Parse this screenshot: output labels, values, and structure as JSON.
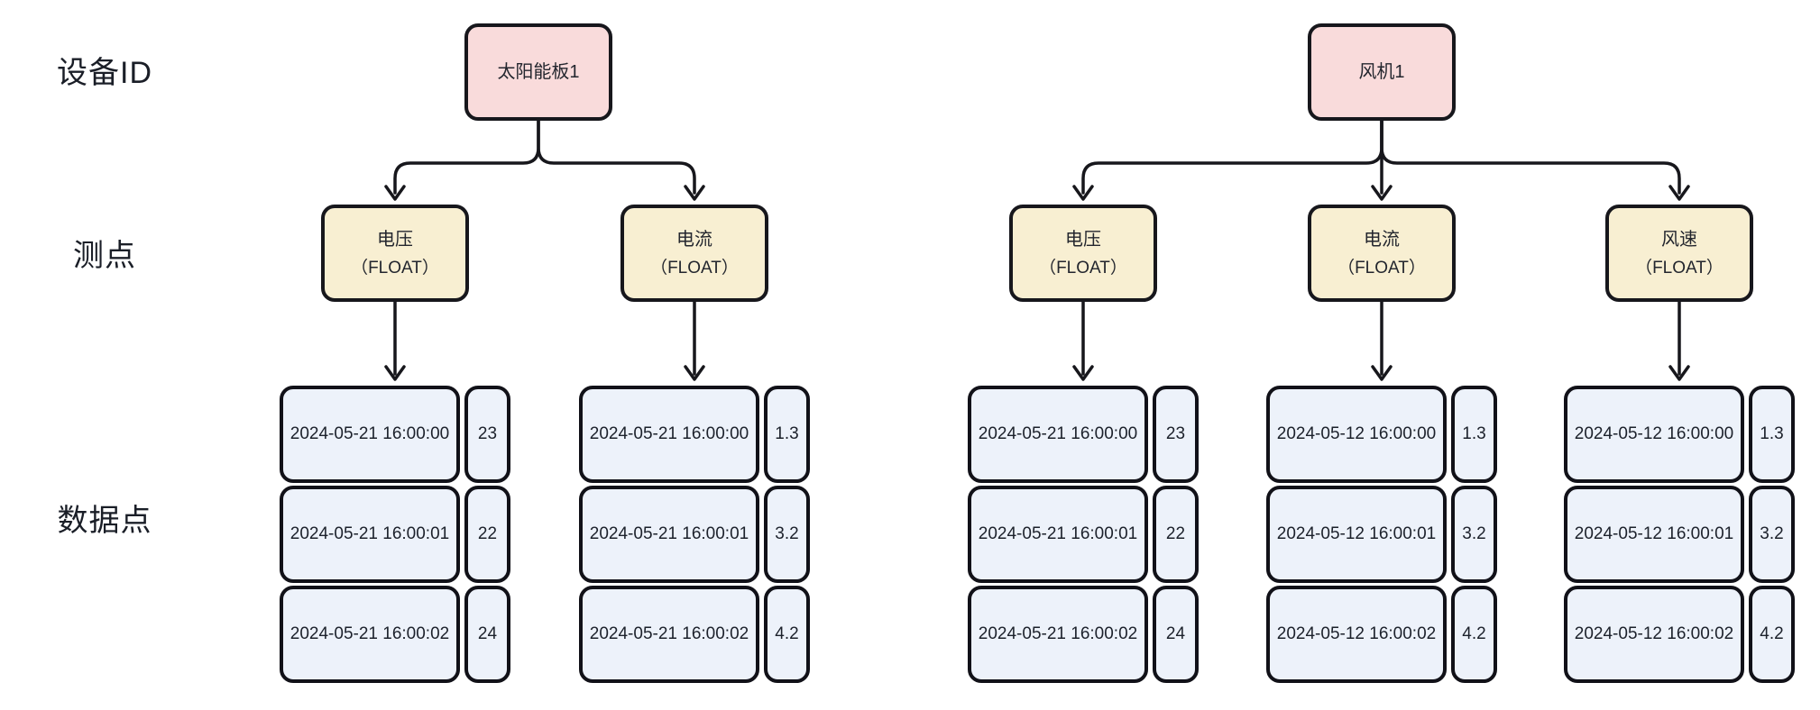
{
  "diagram": {
    "row_labels": [
      {
        "id": "device-id",
        "label": "设备ID"
      },
      {
        "id": "measure-point",
        "label": "测点"
      },
      {
        "id": "data-point",
        "label": "数据点"
      }
    ],
    "devices": [
      {
        "label": "太阳能板1",
        "measurements": [
          {
            "name": "电压",
            "type": "（FLOAT）",
            "data_points": [
              {
                "time": "2024-05-21 16:00:00",
                "value": "23"
              },
              {
                "time": "2024-05-21 16:00:01",
                "value": "22"
              },
              {
                "time": "2024-05-21 16:00:02",
                "value": "24"
              }
            ]
          },
          {
            "name": "电流",
            "type": "（FLOAT）",
            "data_points": [
              {
                "time": "2024-05-21 16:00:00",
                "value": "1.3"
              },
              {
                "time": "2024-05-21 16:00:01",
                "value": "3.2"
              },
              {
                "time": "2024-05-21 16:00:02",
                "value": "4.2"
              }
            ]
          }
        ]
      },
      {
        "label": "风机1",
        "measurements": [
          {
            "name": "电压",
            "type": "（FLOAT）",
            "data_points": [
              {
                "time": "2024-05-21 16:00:00",
                "value": "23"
              },
              {
                "time": "2024-05-21 16:00:01",
                "value": "22"
              },
              {
                "time": "2024-05-21 16:00:02",
                "value": "24"
              }
            ]
          },
          {
            "name": "电流",
            "type": "（FLOAT）",
            "data_points": [
              {
                "time": "2024-05-12 16:00:00",
                "value": "1.3"
              },
              {
                "time": "2024-05-12 16:00:01",
                "value": "3.2"
              },
              {
                "time": "2024-05-12 16:00:02",
                "value": "4.2"
              }
            ]
          },
          {
            "name": "风速",
            "type": "（FLOAT）",
            "data_points": [
              {
                "time": "2024-05-12 16:00:00",
                "value": "1.3"
              },
              {
                "time": "2024-05-12 16:00:01",
                "value": "3.2"
              },
              {
                "time": "2024-05-12 16:00:02",
                "value": "4.2"
              }
            ]
          }
        ]
      }
    ],
    "colors": {
      "device_fill": "#f9dbdb",
      "measurement_fill": "#f8efd2",
      "datapoint_fill": "#edf2fa",
      "stroke": "#17171c"
    }
  }
}
